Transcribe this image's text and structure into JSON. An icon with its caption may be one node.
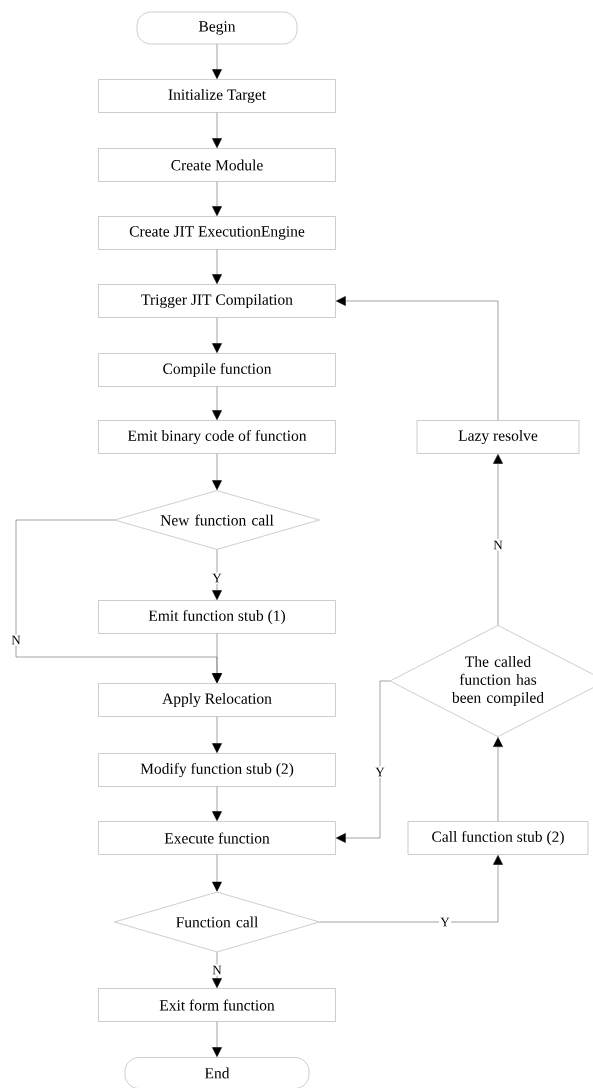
{
  "diagram": {
    "nodes": [
      {
        "text": [
          "Begin"
        ]
      },
      {
        "text": [
          "Initialize Target"
        ]
      },
      {
        "text": [
          "Create Module"
        ]
      },
      {
        "text": [
          "Create JIT ExecutionEngine"
        ]
      },
      {
        "text": [
          "Trigger JIT Compilation"
        ]
      },
      {
        "text": [
          "Compile function"
        ]
      },
      {
        "text": [
          "Emit binary code of function"
        ]
      },
      {
        "text": [
          "New function call"
        ]
      },
      {
        "text": [
          "Emit function stub (1)"
        ]
      },
      {
        "text": [
          "Apply Relocation"
        ]
      },
      {
        "text": [
          "Modify function stub (2)"
        ]
      },
      {
        "text": [
          "Execute function"
        ]
      },
      {
        "text": [
          "Function call"
        ]
      },
      {
        "text": [
          "Exit form function"
        ]
      },
      {
        "text": [
          "End"
        ]
      },
      {
        "text": [
          "Lazy resolve"
        ]
      },
      {
        "text": [
          "The called function has been compiled"
        ]
      },
      {
        "text": [
          "Call function stub (2)"
        ]
      }
    ],
    "edges": [
      {
        "from": 0,
        "to": 1,
        "arrow": "to"
      },
      {
        "from": 1,
        "to": 2,
        "arrow": "to"
      },
      {
        "from": 2,
        "to": 3,
        "arrow": "to"
      },
      {
        "from": 3,
        "to": 4,
        "arrow": "to"
      },
      {
        "from": 4,
        "to": 5,
        "arrow": "to"
      },
      {
        "from": 5,
        "to": 6,
        "arrow": "to"
      },
      {
        "from": 6,
        "to": 7,
        "arrow": "to"
      },
      {
        "from": 7,
        "to": 8,
        "arrow": "to",
        "label": "Y"
      },
      {
        "from": 7,
        "to": 9,
        "arrow": "to",
        "label": "N"
      },
      {
        "from": 8,
        "to": 9,
        "arrow": "to"
      },
      {
        "from": 9,
        "to": 10,
        "arrow": "to"
      },
      {
        "from": 10,
        "to": 11,
        "arrow": "to"
      },
      {
        "from": 11,
        "to": 12,
        "arrow": "to"
      },
      {
        "from": 12,
        "to": 13,
        "arrow": "to",
        "label": "N"
      },
      {
        "from": 13,
        "to": 14,
        "arrow": "to"
      },
      {
        "from": 12,
        "to": 17,
        "arrow": "to",
        "label": "Y"
      },
      {
        "from": 17,
        "to": 16,
        "arrow": "to"
      },
      {
        "from": 16,
        "to": 15,
        "arrow": "to",
        "label": "N"
      },
      {
        "from": 15,
        "to": 4,
        "arrow": "to"
      },
      {
        "from": 16,
        "to": 11,
        "arrow": "to",
        "label": "Y"
      }
    ]
  }
}
